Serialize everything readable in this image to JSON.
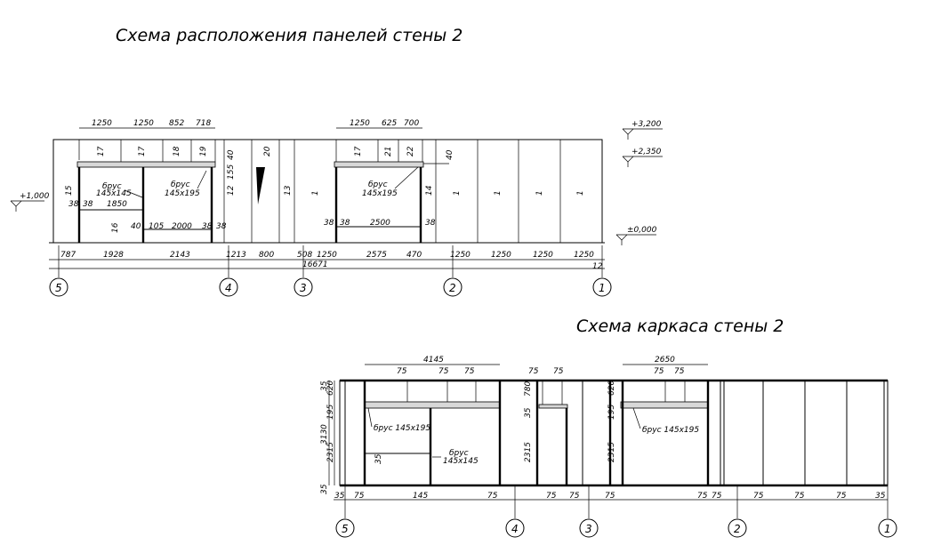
{
  "titles": {
    "panels": "Схема расположения панелей стены 2",
    "frame": "Схема каркаса стены 2"
  },
  "levels": [
    "+3,200",
    "+2,350",
    "+1,000",
    "±0,000"
  ],
  "axes": [
    "5",
    "4",
    "3",
    "2",
    "1"
  ],
  "panels": {
    "top_dims_left": [
      "1250",
      "1250",
      "852",
      "718"
    ],
    "top_dims_right": [
      "1250",
      "625",
      "700"
    ],
    "panel_numbers": [
      "17",
      "17",
      "18",
      "19",
      "40",
      "20",
      "17",
      "21",
      "22",
      "40",
      "15",
      "13",
      "1",
      "14",
      "1",
      "1",
      "1",
      "1",
      "12",
      "16",
      "155"
    ],
    "beam_labels": {
      "b1_word": "брус",
      "b1_size": "145x145",
      "b2_word": "брус",
      "b2_size": "145x195",
      "b3_word": "брус",
      "b3_size": "145x195"
    },
    "inner_dims": [
      "38",
      "38",
      "1850",
      "40",
      "105",
      "2000",
      "38",
      "38",
      "38",
      "38",
      "2500",
      "38"
    ],
    "bottom_dims": [
      "787",
      "1928",
      "2143",
      "1213",
      "800",
      "508",
      "1250",
      "2575",
      "470",
      "1250",
      "1250",
      "1250",
      "1250",
      "12"
    ],
    "total": "16671"
  },
  "frame": {
    "top_dims": [
      "4145",
      "75",
      "75",
      "75",
      "75",
      "75",
      "2650",
      "75",
      "75"
    ],
    "left_dims": [
      "35",
      "620",
      "195",
      "2315",
      "3130",
      "35"
    ],
    "mid_dims": [
      "780",
      "35",
      "2315",
      "620",
      "195",
      "2315"
    ],
    "beam_labels": {
      "b1": "брус 145х195",
      "b2_word": "брус",
      "b2_size": "145х145",
      "b3": "брус 145х195"
    },
    "small_35": "35",
    "bottom_dims": [
      "35",
      "75",
      "145",
      "75",
      "75",
      "75",
      "75",
      "75",
      "75",
      "75",
      "75",
      "75",
      "35"
    ]
  }
}
